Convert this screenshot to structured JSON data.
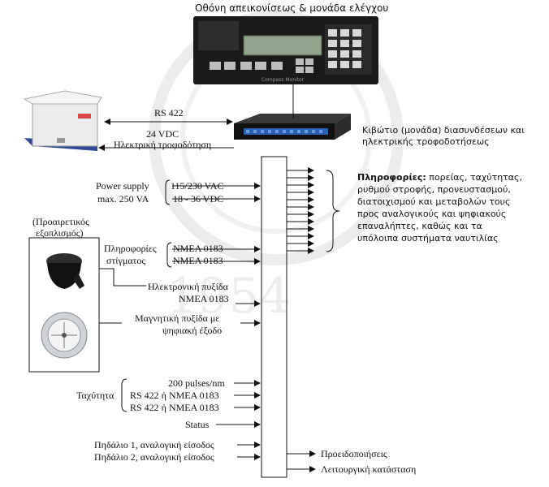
{
  "header_title": "Οθόνη απεικονίσεως & μονάδα ελέγχου",
  "display_screen_label": "Compass Monitor",
  "link_rs422": "RS 422",
  "link_24vdc": "24 VDC",
  "link_power": "Ηλεκτρική τροφοδότηση",
  "junction_box_label_1": "Κιβώτιο (μονάδα) διασυνδέσεων και",
  "junction_box_label_2": "ηλεκτρικής τροφοδοτήσεως",
  "power_label_1": "Power supply",
  "power_label_2": "max. 250 VA",
  "power_ac": "115/230 VAC",
  "power_dc": "18 - 36 VDC",
  "optional_1": "(Προαιρετικός",
  "optional_2": "εξοπλισμός)",
  "position_1": "Πληροφορίες",
  "position_2": "στίγματος",
  "nmea_1": "NMEA 0183",
  "nmea_2": "NMEA 0183",
  "electronic_compass": "Ηλεκτρονική πυξίδα",
  "electronic_compass_nmea": "NMEA 0183",
  "magnetic_compass_1": "Μαγνητική πυξίδα με",
  "magnetic_compass_2": "ψηφιακή έξοδο",
  "speed_label": "Ταχύτητα",
  "speed_pulses": "200 pulses/nm",
  "speed_rs422_1": "RS 422 ή NMEA 0183",
  "speed_rs422_2": "RS 422 ή NMEA 0183",
  "status": "Status",
  "rudder_1": "Πηδάλιο 1, αναλογική είσοδος",
  "rudder_2": "Πηδάλιο 2, αναλογική είσοδος",
  "info_bold": "Πληροφορίες:",
  "info_line_1": " πορείας, ταχύτητας,",
  "info_line_2": "ρυθμού στροφής, προνευστασμού,",
  "info_line_3": "διατοιχισμού και μεταβολών τους",
  "info_line_4": "προς αναλογικούς και ψηφιακούς",
  "info_line_5": "επαναλήπτες, καθώς και τα",
  "info_line_6": "υπόλοιπα συστήματα ναυτιλίας",
  "warnings": "Προειδοποιήσεις",
  "operating_status": "Λειτουργική κατάσταση",
  "watermark_year": "1954"
}
